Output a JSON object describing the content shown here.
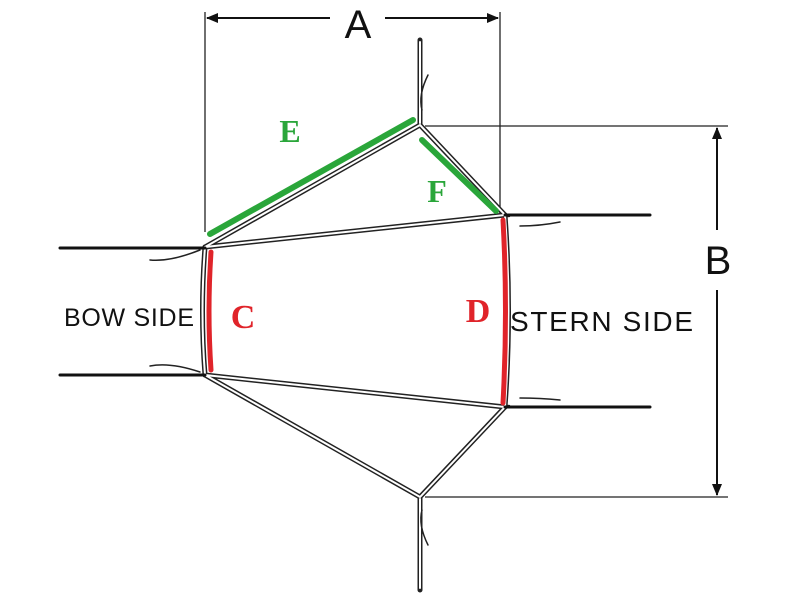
{
  "labels": {
    "a": "A",
    "b": "B",
    "c": "C",
    "d": "D",
    "e": "E",
    "f": "F",
    "bow_side": "BOW SIDE",
    "stern_side": "STERN SIDE"
  },
  "colors": {
    "line": "#222222",
    "green": "#2aa63a",
    "red": "#e0242a"
  }
}
